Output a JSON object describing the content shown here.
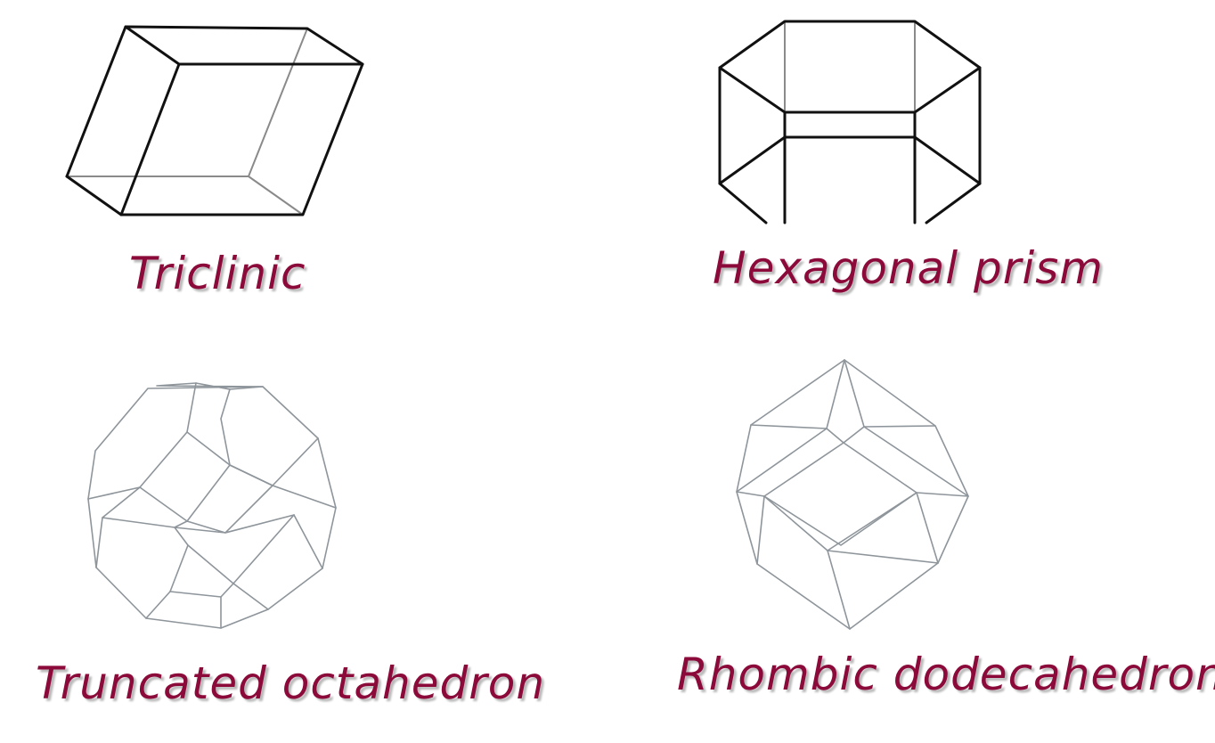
{
  "panels": {
    "triclinic": {
      "caption": "Triclinic"
    },
    "hexagonal_prism": {
      "caption": "Hexagonal prism"
    },
    "truncated_octahedron": {
      "caption": "Truncated octahedron"
    },
    "rhombic_dodecahedron": {
      "caption": "Rhombic dodecahedron"
    }
  },
  "colors": {
    "caption": "#8b0a3a",
    "edge_dark": "#111111",
    "edge_light": "#8e959b"
  }
}
